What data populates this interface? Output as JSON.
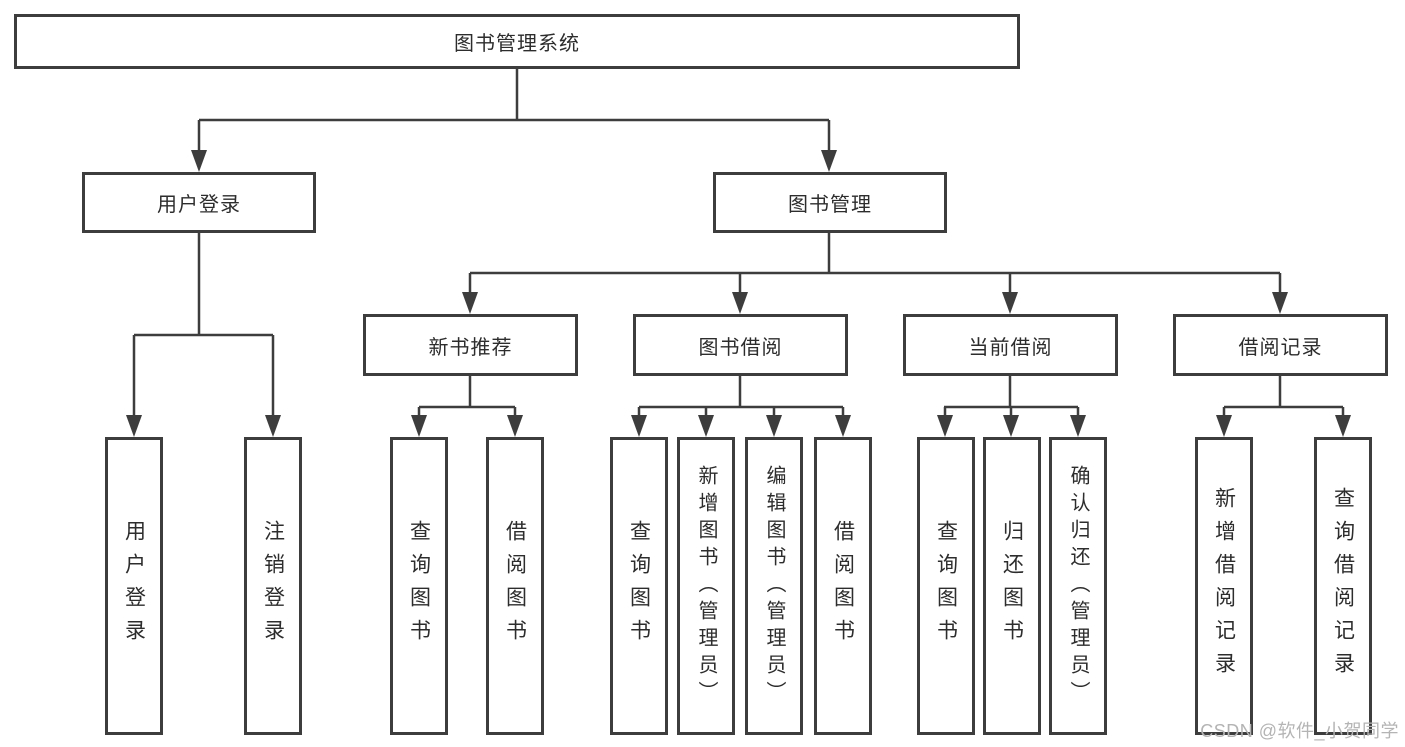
{
  "diagram": {
    "title": "图书管理系统",
    "level2": {
      "user_login": "用户登录",
      "book_mgmt": "图书管理"
    },
    "level3": {
      "new_books": "新书推荐",
      "book_borrow": "图书借阅",
      "current_borrow": "当前借阅",
      "borrow_records": "借阅记录"
    },
    "leaves": {
      "user": [
        "用户登录",
        "注销登录"
      ],
      "new_books": [
        "查询图书",
        "借阅图书"
      ],
      "book_borrow": [
        "查询图书",
        "新增图书（管理员）",
        "编辑图书（管理员）",
        "借阅图书"
      ],
      "current_borrow": [
        "查询图书",
        "归还图书",
        "确认归还（管理员）"
      ],
      "borrow_records": [
        "新增借阅记录",
        "查询借阅记录"
      ]
    }
  },
  "watermark": "CSDN @软件_小贺同学",
  "colors": {
    "line": "#3d3d3d",
    "text": "#2d2d2d",
    "watermark": "#b4b4b4",
    "background": "#ffffff"
  }
}
